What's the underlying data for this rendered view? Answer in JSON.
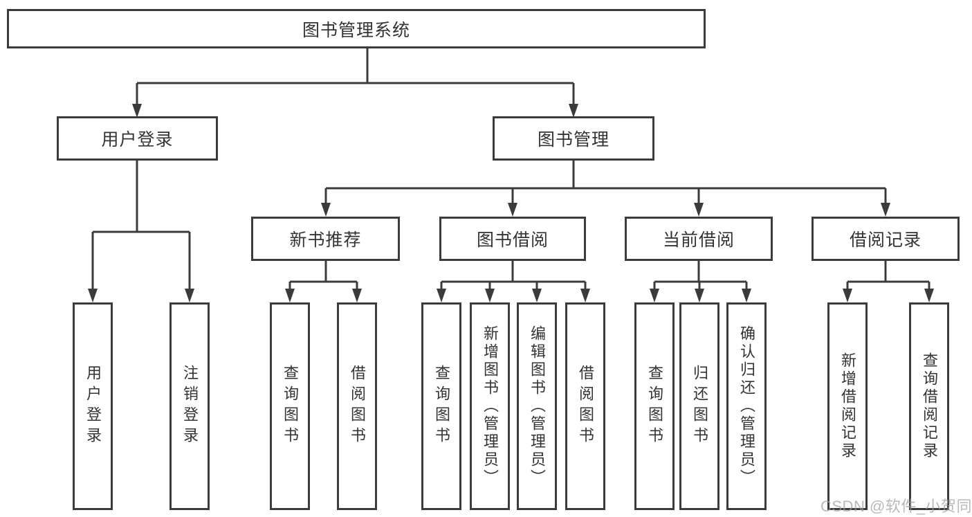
{
  "diagram_title": "图书管理系统",
  "nodes": {
    "root": {
      "label": "图书管理系统"
    },
    "user_login_group": {
      "label": "用户登录"
    },
    "book_mgmt_group": {
      "label": "图书管理"
    },
    "new_book_rec": {
      "label": "新书推荐"
    },
    "book_borrow": {
      "label": "图书借阅"
    },
    "current_borrow": {
      "label": "当前借阅"
    },
    "borrow_records": {
      "label": "借阅记录"
    },
    "leaf_user_login": {
      "label": "用户登录"
    },
    "leaf_logout": {
      "label": "注销登录"
    },
    "leaf_query_book_newrec": {
      "label": "查询图书"
    },
    "leaf_borrow_book_newrec": {
      "label": "借阅图书"
    },
    "leaf_query_book_borrow": {
      "label": "查询图书"
    },
    "leaf_add_book_admin": {
      "label": "新增图书（管理员）"
    },
    "leaf_edit_book_admin": {
      "label": "编辑图书（管理员）"
    },
    "leaf_borrow_book_borrow": {
      "label": "借阅图书"
    },
    "leaf_query_book_current": {
      "label": "查询图书"
    },
    "leaf_return_book": {
      "label": "归还图书"
    },
    "leaf_confirm_return_admin": {
      "label": "确认归还（管理员）"
    },
    "leaf_add_borrow_record": {
      "label": "新增借阅记录"
    },
    "leaf_query_borrow_record": {
      "label": "查询借阅记录"
    }
  },
  "hierarchy": {
    "图书管理系统": {
      "用户登录": [
        "用户登录",
        "注销登录"
      ],
      "图书管理": {
        "新书推荐": [
          "查询图书",
          "借阅图书"
        ],
        "图书借阅": [
          "查询图书",
          "新增图书（管理员）",
          "编辑图书（管理员）",
          "借阅图书"
        ],
        "当前借阅": [
          "查询图书",
          "归还图书",
          "确认归还（管理员）"
        ],
        "借阅记录": [
          "新增借阅记录",
          "查询借阅记录"
        ]
      }
    }
  },
  "watermark": {
    "text": "CSDN @软件_小贺同学"
  },
  "colors": {
    "line": "#3b3b3b",
    "text": "#333333",
    "watermark": "#9e9e9e",
    "background": "#ffffff"
  }
}
